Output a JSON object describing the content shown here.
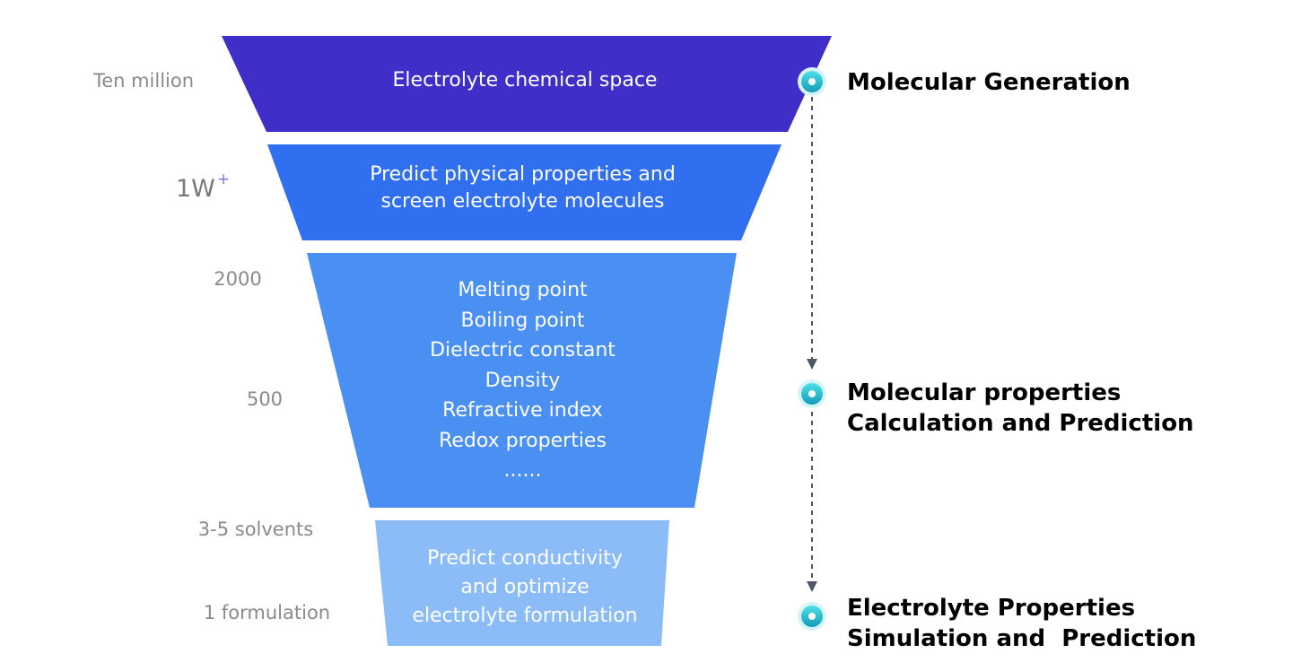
{
  "funnel": {
    "stages": [
      {
        "lines": [
          "Electrolyte chemical space"
        ],
        "color": "#3f2fc8"
      },
      {
        "lines": [
          "Predict physical properties and",
          "screen electrolyte molecules"
        ],
        "color": "#2f6ff0"
      },
      {
        "lines": [
          "Melting point",
          "Boiling point",
          "Dielectric constant",
          "Density",
          "Refractive index",
          "Redox properties",
          "......"
        ],
        "color": "#4a8ff2"
      },
      {
        "lines": [
          "Predict conductivity",
          "and optimize",
          "electrolyte formulation"
        ],
        "color": "#8cbcf8"
      }
    ]
  },
  "counts": {
    "ten_million": "Ten million",
    "one_w": "1W",
    "one_w_sup": "+",
    "two_thousand": "2000",
    "five_hundred": "500",
    "solvents": "3-5 solvents",
    "formulation": "1 formulation"
  },
  "steps": {
    "molecular_generation": [
      "Molecular Generation"
    ],
    "properties": [
      "Molecular properties",
      "Calculation and Prediction"
    ],
    "electrolyte": [
      "Electrolyte Properties",
      "Simulation and  Prediction"
    ]
  },
  "colors": {
    "label_gray": "#8a8a8a",
    "dot_cyan": "#1ec6d6",
    "arrow_gray": "#4f5663"
  }
}
